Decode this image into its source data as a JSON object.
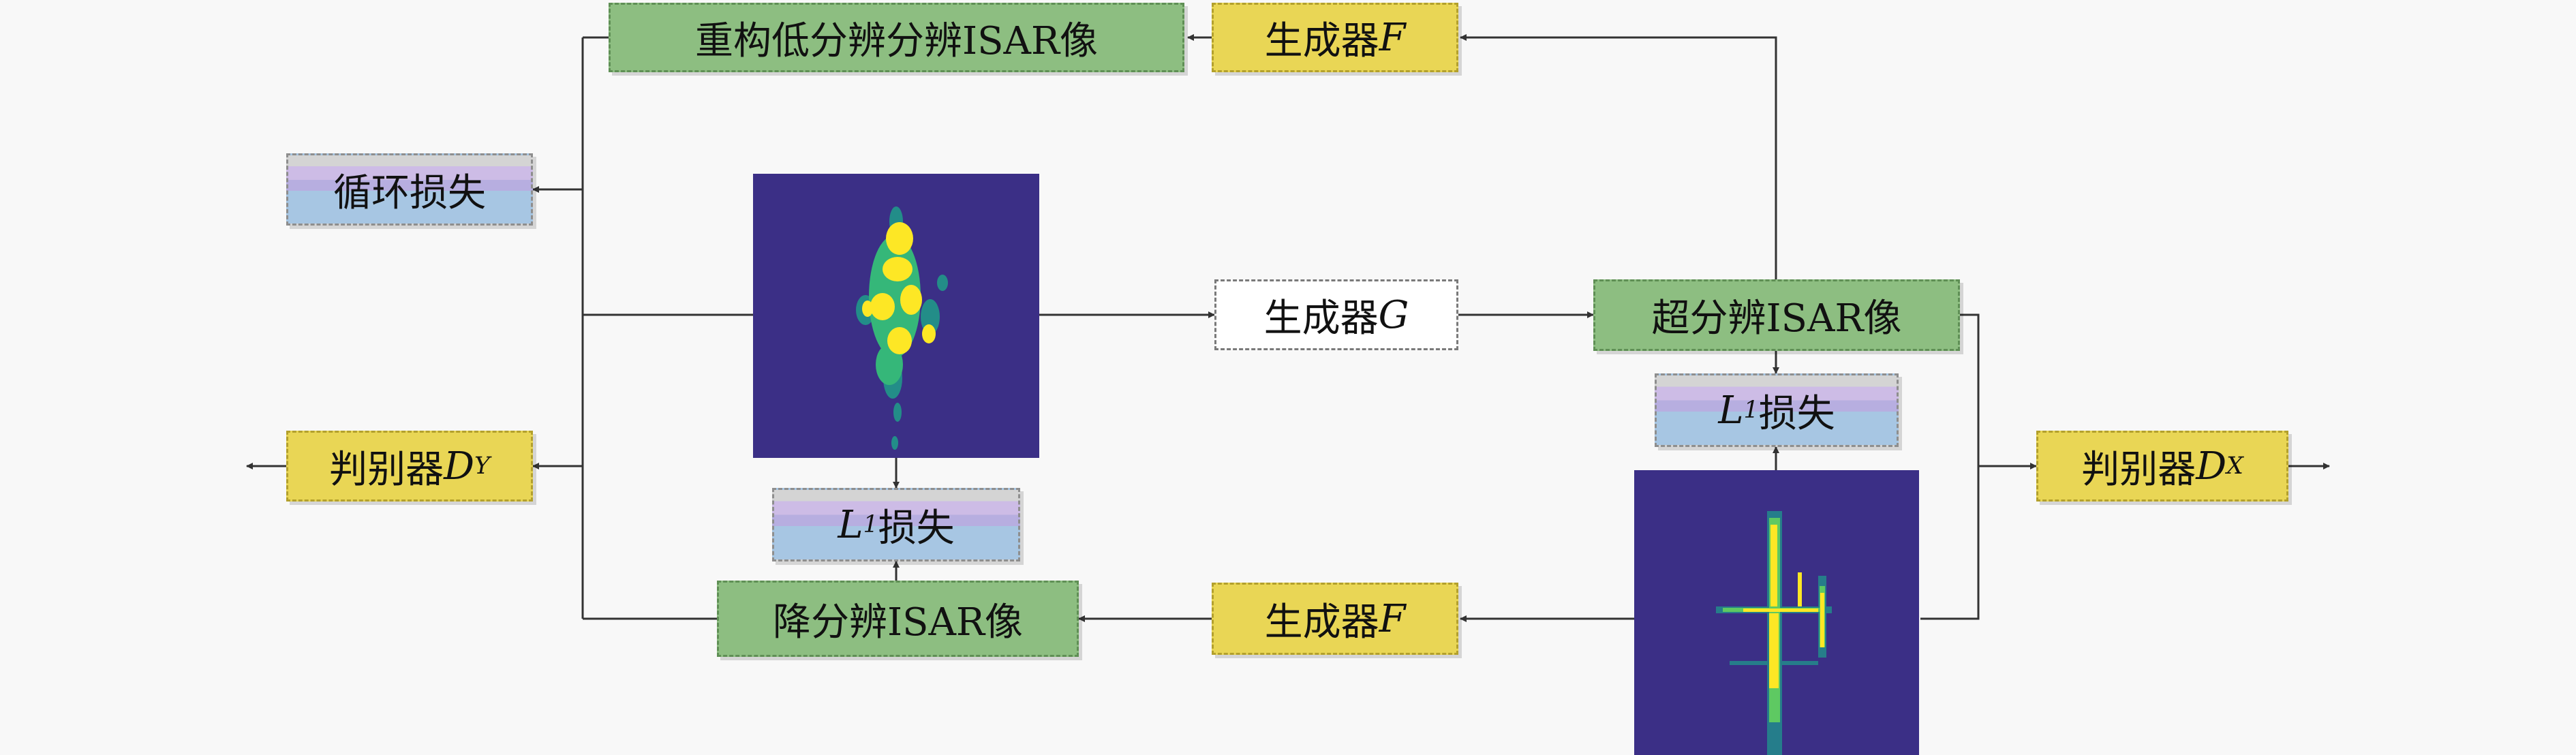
{
  "nodes": {
    "recon_lr": "重构低分辨分辨ISAR像",
    "gen_f_top": "生成器",
    "gen_f_top_var": "F",
    "cycle_loss": "循环损失",
    "gen_g": "生成器",
    "gen_g_var": "G",
    "sr_isar": "超分辨ISAR像",
    "l1_loss_right": "损失",
    "l1_loss_left": "损失",
    "l1_var": "L",
    "l1_sub": "1",
    "disc_y": "判别器",
    "disc_y_var": "D",
    "disc_y_sub": "Y",
    "disc_x": "判别器",
    "disc_x_var": "D",
    "disc_x_sub": "X",
    "downsampled": "降分辨ISAR像",
    "gen_f_bottom": "生成器",
    "gen_f_bottom_var": "F"
  },
  "colors": {
    "image_background": "#3b2f86",
    "generator_box": "#e9d655",
    "isar_box": "#8dbe81",
    "arrow": "#333333"
  }
}
